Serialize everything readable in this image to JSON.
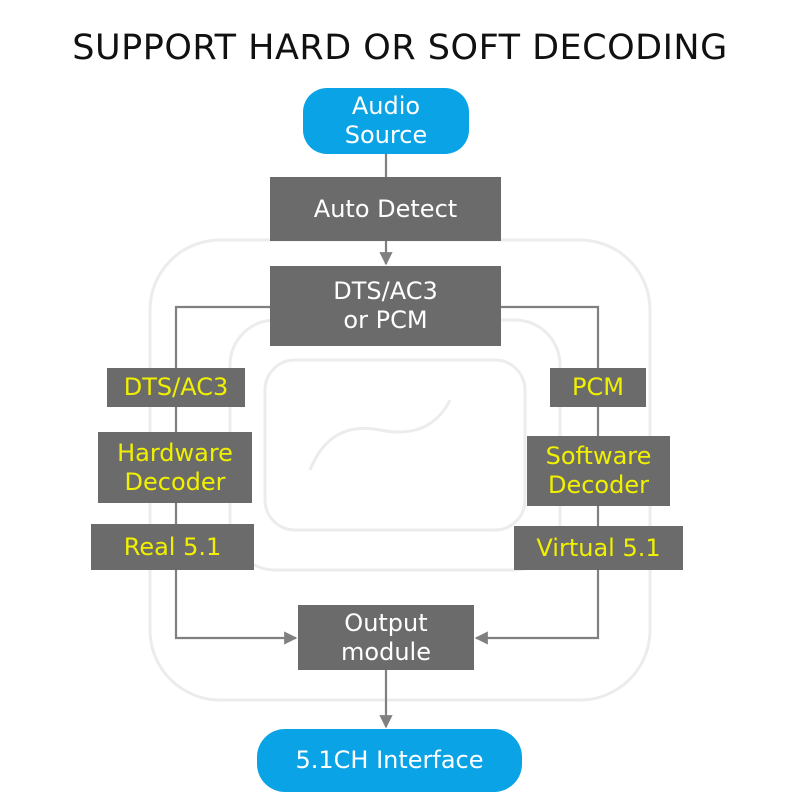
{
  "title": "SUPPORT HARD OR SOFT DECODING",
  "colors": {
    "box_gray": "#6b6b6b",
    "box_blue": "#0aa3e6",
    "text_white": "#ffffff",
    "text_yellow": "#f0f000",
    "line": "#808080"
  },
  "nodes": {
    "audio_source": "Audio\nSource",
    "auto_detect": "Auto Detect",
    "format_check": "DTS/AC3\nor PCM",
    "dts_ac3": "DTS/AC3",
    "pcm": "PCM",
    "hardware_decoder": "Hardware\nDecoder",
    "software_decoder": "Software\nDecoder",
    "real_51": "Real 5.1",
    "virtual_51": "Virtual 5.1",
    "output_module": "Output\nmodule",
    "interface": "5.1CH Interface"
  }
}
